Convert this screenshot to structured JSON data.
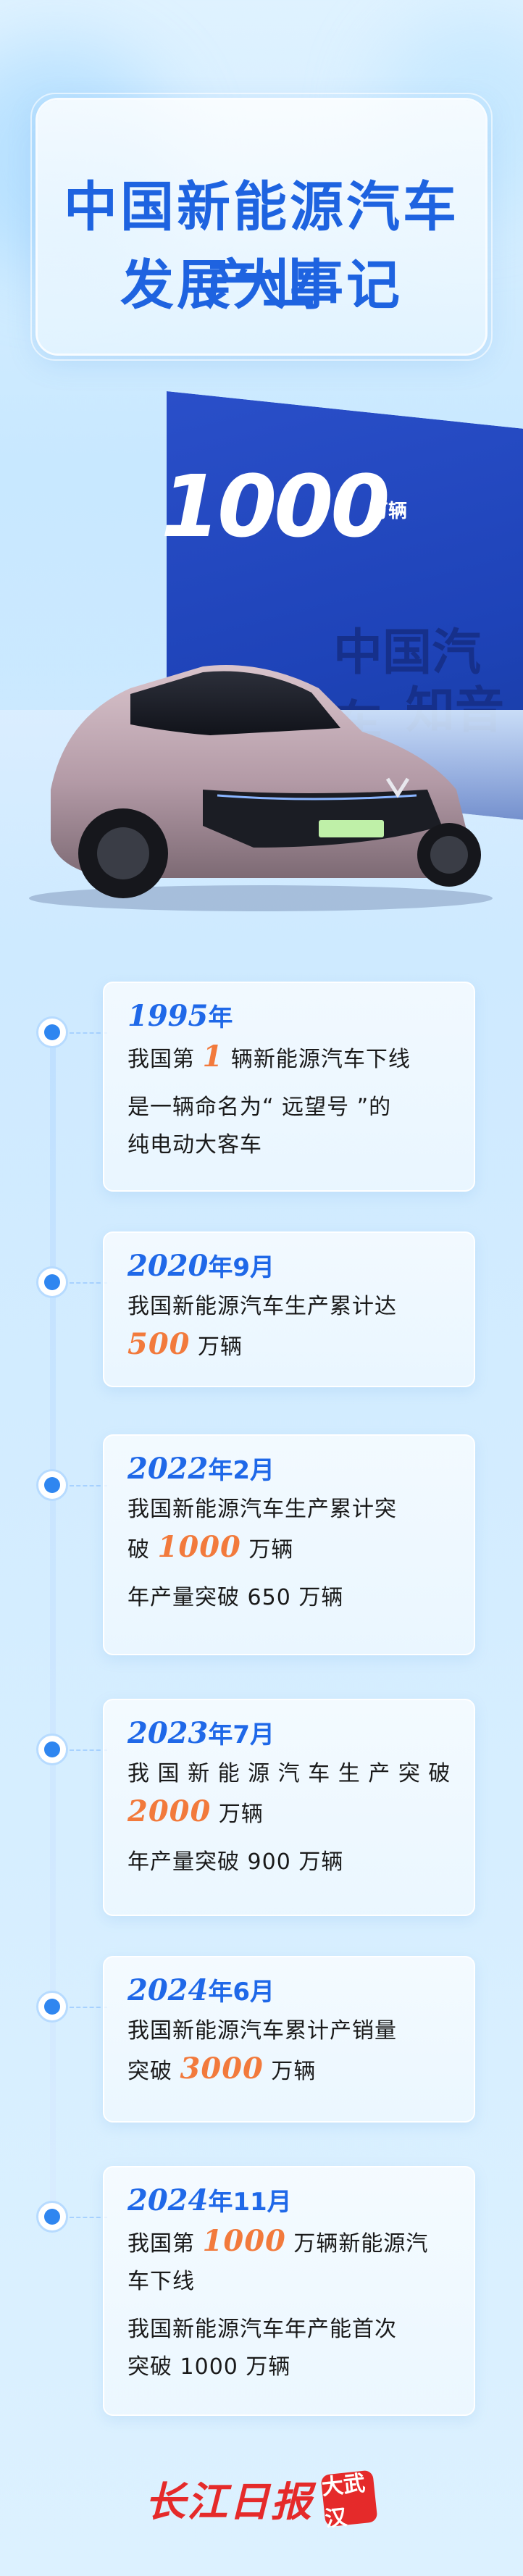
{
  "header": {
    "title_line1": "中国新能源汽车产业",
    "title_line2": "发展大事记"
  },
  "hero": {
    "figure": "1000",
    "unit": "万辆",
    "banner_line1": "中国汽车",
    "banner_line2": "知音"
  },
  "timeline": [
    {
      "year": "1995",
      "suffix": "年",
      "lines": [
        [
          "我国第 ",
          "1",
          " 辆新能源汽车下线"
        ],
        [
          "是一辆命名为“ 远望号 ”的"
        ],
        [
          "纯电动大客车"
        ]
      ]
    },
    {
      "year": "2020",
      "suffix": "年9月",
      "lines": [
        [
          "我国新能源汽车生产累计达"
        ],
        [
          "",
          "500",
          " 万辆"
        ]
      ]
    },
    {
      "year": "2022",
      "suffix": "年2月",
      "lines": [
        [
          "我国新能源汽车生产累计突"
        ],
        [
          "破 ",
          "1000",
          " 万辆"
        ],
        [
          "年产量突破 650 万辆"
        ]
      ]
    },
    {
      "year": "2023",
      "suffix": "年7月",
      "lines": [
        [
          "我 国 新 能 源 汽 车 生 产 突 破"
        ],
        [
          "",
          "2000",
          " 万辆"
        ],
        [
          "年产量突破 900 万辆"
        ]
      ]
    },
    {
      "year": "2024",
      "suffix": "年6月",
      "lines": [
        [
          "我国新能源汽车累计产销量"
        ],
        [
          "突破 ",
          "3000",
          " 万辆"
        ]
      ]
    },
    {
      "year": "2024",
      "suffix": "年11月",
      "lines": [
        [
          "我国第 ",
          "1000",
          " 万辆新能源汽"
        ],
        [
          "车下线"
        ],
        [
          "我国新能源汽车年产能首次"
        ],
        [
          "突破 1000 万辆"
        ]
      ]
    }
  ],
  "footer": {
    "logo_text": "长江日报",
    "seal_text": "大武汉"
  },
  "colors": {
    "title": "#1e63e0",
    "date": "#1f68e8",
    "highlight": "#f27a3c",
    "logo": "#e52a2a"
  }
}
